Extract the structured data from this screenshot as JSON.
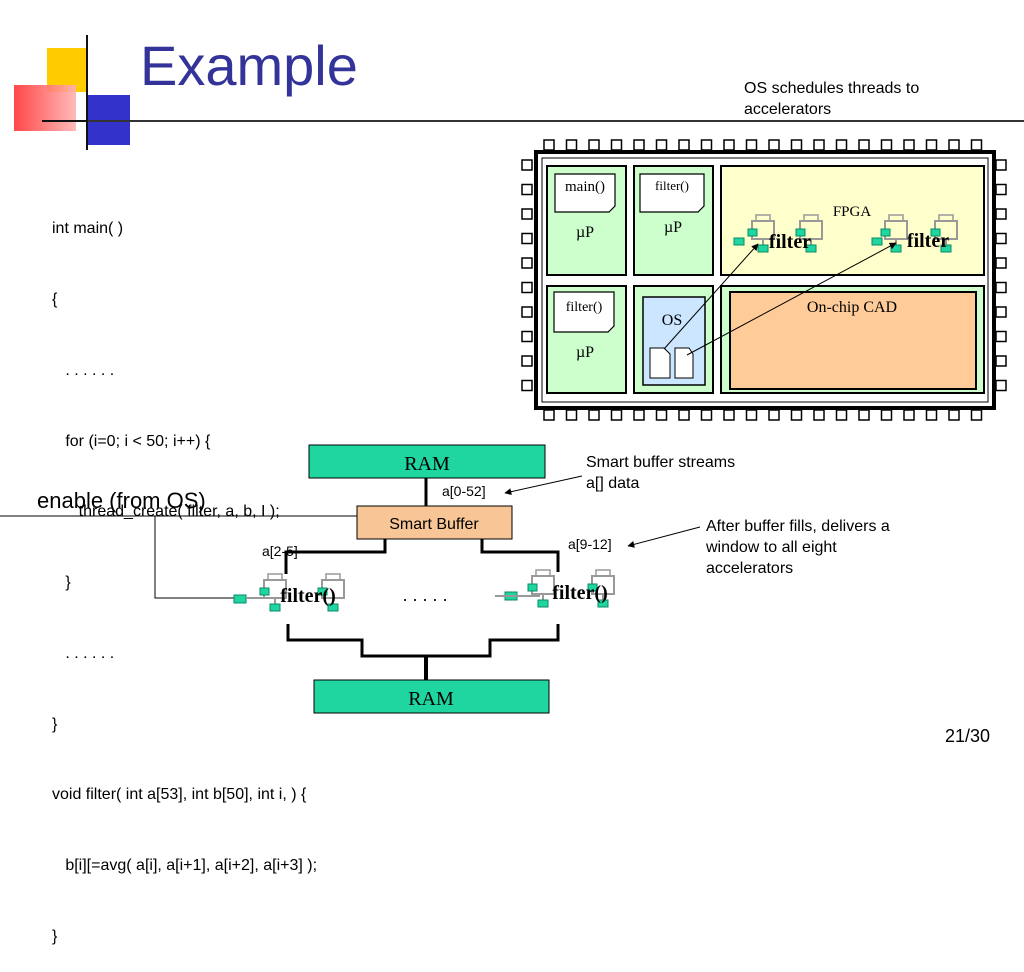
{
  "slide": {
    "title": "Example",
    "page_number": "21/30"
  },
  "code": {
    "lines": [
      "int main( )",
      "{",
      "   . . . . . .",
      "   for (i=0; i < 50; i++) {",
      "      thread_create( filter, a, b, I );",
      "   }",
      "   . . . . . .",
      "}",
      "void filter( int a[53], int b[50], int i, ) {",
      "   b[i][=avg( a[i], a[i+1], a[i+2], a[i+3] );",
      "}"
    ]
  },
  "chip": {
    "caption": "OS schedules threads to accelerators",
    "proc1": {
      "file": "main()",
      "label": "µP"
    },
    "proc2": {
      "file": "filter()",
      "label": "µP"
    },
    "proc3": {
      "file": "filter()",
      "label": "µP"
    },
    "os_label": "OS",
    "fpga_label": "FPGA",
    "filter_left": "filter",
    "filter_right": "filter",
    "cad_label": "On-chip CAD"
  },
  "dataflow": {
    "ram_top": "RAM",
    "ram_bottom": "RAM",
    "smart_buffer": "Smart Buffer",
    "enable_label": "enable (from OS)",
    "range_all": "a[0-52]",
    "range_left": "a[2-5]",
    "range_right": "a[9-12]",
    "filter_left": "filter()",
    "filter_right": "filter()",
    "ellipsis": ". . . . .",
    "note_smart_buffer": "Smart buffer streams a[] data",
    "note_after_fill": "After buffer fills, delivers a window to all eight accelerators"
  },
  "colors": {
    "title": "#333399",
    "ram": "#1fd6a0",
    "smart_buffer": "#f8c596",
    "processor": "#ccffcc",
    "os_box": "#cce6ff",
    "fpga": "#ffffcc",
    "cad": "#ffcc99",
    "logo_yellow": "#ffcc00",
    "logo_red": "#ff3333",
    "logo_blue": "#3333cc"
  }
}
